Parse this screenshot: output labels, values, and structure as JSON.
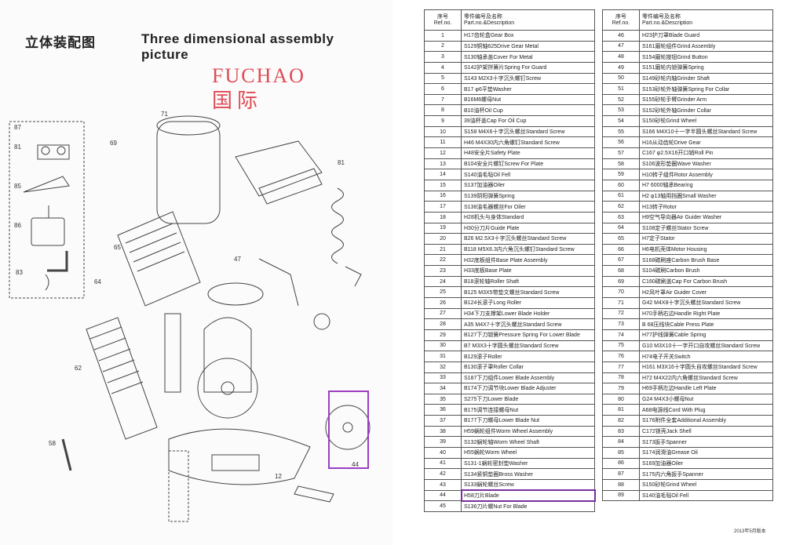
{
  "header": {
    "title_cn": "立体装配图",
    "title_en": "Three dimensional assembly picture",
    "brand_en": "FUCHAO",
    "brand_cn": "国际"
  },
  "table_headers": {
    "no_label": "序号\nRef.no.",
    "desc_label": "零件编号及名称\nPart.no.&Description"
  },
  "parts_left": [
    [
      "1",
      "H17齿轮盒Gear Box"
    ],
    [
      "2",
      "S129铜轴625Drive Gear Metal"
    ],
    [
      "3",
      "S130轴承盖Cover For Metal"
    ],
    [
      "4",
      "S142护架拌簧片Spring For Guard"
    ],
    [
      "5",
      "S143 M2X3十字沉头螺钉Screw"
    ],
    [
      "6",
      "B17 φ6平垫Washer"
    ],
    [
      "7",
      "B16M6螺母Nut"
    ],
    [
      "8",
      "B10油杯Oil Cup"
    ],
    [
      "9",
      "39油杯盖Cap For Oil Cup"
    ],
    [
      "10",
      "S158 M4X6十字沉头螺丝Standard Screw"
    ],
    [
      "11",
      "H46 M4X30内六角螺钉Standard Screw"
    ],
    [
      "12",
      "H48安全片Safety Plate"
    ],
    [
      "13",
      "B104安全片螺钉Screw For Plate"
    ],
    [
      "14",
      "S140油毛毡Oil Fell"
    ],
    [
      "15",
      "S137加油器Oiler"
    ],
    [
      "16",
      "S139阴阳弹簧Spring"
    ],
    [
      "17",
      "S138油毛器螺丝For Oiler"
    ],
    [
      "18",
      "H28机头与身体Standard"
    ],
    [
      "19",
      "H30分刀片Guide Plate"
    ],
    [
      "20",
      "B26 M2.5X3十字沉头螺丝Standard Screw"
    ],
    [
      "21",
      "B118 M5X6.3内六角沉头螺钉Standard Screw"
    ],
    [
      "22",
      "H32底板组件Base Plate Assembly"
    ],
    [
      "23",
      "H33底板Base Plate"
    ],
    [
      "24",
      "B18滚轮轴Roller Shaft"
    ],
    [
      "25",
      "B125 M3X5带垫文螺丝Standard Screw"
    ],
    [
      "26",
      "B124长滚子Long Roller"
    ],
    [
      "27",
      "H34下刀支撑架Lower Blade Holder"
    ],
    [
      "28",
      "A35 M4X7十字沉头螺丝Standard Screw"
    ],
    [
      "29",
      "B127下刀锁簧Pressure Spring For Lower Blade"
    ],
    [
      "30",
      "B7 M3X3十字圆头螺丝Standard Screw"
    ],
    [
      "31",
      "B129滚子Roller"
    ],
    [
      "32",
      "B130滚子罩Roller Collar"
    ],
    [
      "33",
      "S187下刀组件Lower Blade Assembly"
    ],
    [
      "34",
      "B174下刀调节块Lower Blade Adjuster"
    ],
    [
      "35",
      "S275下刀Lower Blade"
    ],
    [
      "36",
      "B175调节连接螺母Nut"
    ],
    [
      "37",
      "B177下刀螺母Lower Blade Nut"
    ],
    [
      "38",
      "H59蜗轮组件Worm Wheel Assembly"
    ],
    [
      "39",
      "S132蜗轮轴Worm Wheel Shaft"
    ],
    [
      "40",
      "H55蜗轮Worm Wheel"
    ],
    [
      "41",
      "S131-1蜗轮密封垫Washer"
    ],
    [
      "42",
      "S134紧铜垫圈Bross Washer"
    ],
    [
      "43",
      "S133蜗轮螺丝Screw"
    ],
    [
      "44",
      "H58刀片Blade"
    ],
    [
      "45",
      "S136刀片螺Nut For Blade"
    ]
  ],
  "parts_right": [
    [
      "46",
      "H23护刀罩Blade Guard"
    ],
    [
      "47",
      "S161磨轮组件Grind Assembly"
    ],
    [
      "48",
      "S154磨轮按钮Grind Button"
    ],
    [
      "49",
      "S151磨轮内锁弹簧Spring"
    ],
    [
      "50",
      "S149砂轮内轴Grinder Shaft"
    ],
    [
      "51",
      "S153砂轮外轴弹簧Spring For Collar"
    ],
    [
      "52",
      "S155砂轮手臂Grinder Arm"
    ],
    [
      "53",
      "S152砂轮外轴Grinder Collar"
    ],
    [
      "54",
      "S150砂轮Grind Wheel"
    ],
    [
      "55",
      "S166 M4X10十一字半圆头螺丝Standard Screw"
    ],
    [
      "56",
      "H16从动齿轮Drive Gear"
    ],
    [
      "57",
      "C167 φ2.5X16开口销Roll Pin"
    ],
    [
      "58",
      "S106波形垫圈Wave Washer"
    ],
    [
      "59",
      "H10转子组件Rotor Assembly"
    ],
    [
      "60",
      "H7 6000轴承Bearing"
    ],
    [
      "61",
      "H2 φ13轴用挡圈Small Washer"
    ],
    [
      "62",
      "H13转子Rotor"
    ],
    [
      "63",
      "H9空气导向器Air Guider Washer"
    ],
    [
      "64",
      "S108定子螺丝Stator Screw"
    ],
    [
      "65",
      "H7定子Stator"
    ],
    [
      "66",
      "H6电机壳体Motor Housing"
    ],
    [
      "67",
      "S168碳刷座Carbon Brush Base"
    ],
    [
      "68",
      "S104碳刷Carbon Brush"
    ],
    [
      "69",
      "C160碳刷盖Cap For Carbon Brush"
    ],
    [
      "70",
      "H2风叶罩Air Guider Cover"
    ],
    [
      "71",
      "G42 M4X8十字沉头螺丝Standard Screw"
    ],
    [
      "72",
      "H70手柄右边Handle Right Plate"
    ],
    [
      "73",
      "B 68压线块Cable Press Plate"
    ],
    [
      "74",
      "H77护线弹簧Cable Spring"
    ],
    [
      "75",
      "G10 M3X10十一字开口自攻螺丝Standard Screw"
    ],
    [
      "76",
      "H74电子开关Switch"
    ],
    [
      "77",
      "H161 M3X16十字圆头自攻螺丝Standard Screw"
    ],
    [
      "78",
      "H72 M4X22内六角螺丝Standard Screw"
    ],
    [
      "79",
      "H69手柄左边Handle Left Plate"
    ],
    [
      "80",
      "G24 M4X3小螺母Nut"
    ],
    [
      "81",
      "A68电源线Cord With Plug"
    ],
    [
      "82",
      "S176附件全套Additional Assembly"
    ],
    [
      "83",
      "C172锁壳Jack Shell"
    ],
    [
      "84",
      "S173扳手Spanner"
    ],
    [
      "85",
      "S174润滑油Grease Oil"
    ],
    [
      "86",
      "S169加油器Oiler"
    ],
    [
      "87",
      "S175内六角扳手Spanner"
    ],
    [
      "88",
      "S150砂轮Grind Wheel"
    ],
    [
      "89",
      "S140油毛毡Oil Fell"
    ]
  ],
  "footer_note": "2013年5月版本",
  "colors": {
    "brand": "#e04a54",
    "highlight": "#9b3fc2"
  }
}
